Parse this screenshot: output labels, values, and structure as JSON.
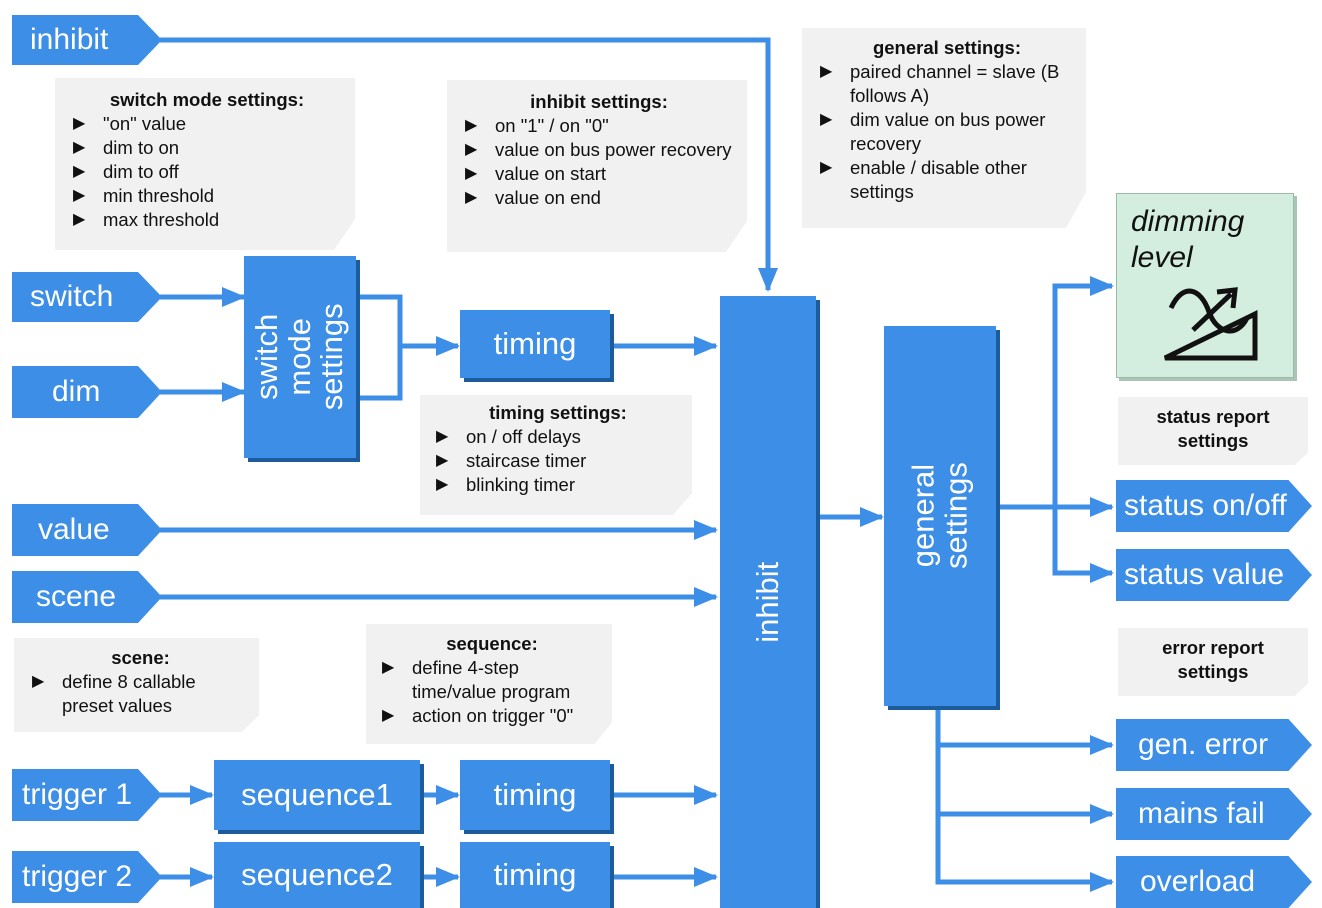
{
  "inputs": {
    "inhibit": "inhibit",
    "switch": "switch",
    "dim": "dim",
    "value": "value",
    "scene": "scene",
    "trigger1": "trigger 1",
    "trigger2": "trigger 2"
  },
  "blocks": {
    "switch_mode": "switch mode settings",
    "timing_top": "timing",
    "inhibit": "inhibit",
    "general": "general settings",
    "sequence1": "sequence1",
    "sequence2": "sequence2",
    "timing_1": "timing",
    "timing_2": "timing"
  },
  "outputs": {
    "dimming_level_line1": "dimming",
    "dimming_level_line2": "level",
    "status_onoff": "status on/off",
    "status_value": "status value",
    "gen_error": "gen. error",
    "mains_fail": "mains fail",
    "overload": "overload"
  },
  "notes": {
    "switch_mode": {
      "title": "switch mode settings:",
      "items": [
        "\"on\" value",
        "dim to on",
        "dim to off",
        "min threshold",
        "max threshold"
      ]
    },
    "inhibit": {
      "title": "inhibit settings:",
      "items": [
        "on \"1\" / on \"0\"",
        "value on bus power recovery",
        "value on start",
        "value on end"
      ]
    },
    "general": {
      "title": "general settings:",
      "items": [
        "paired channel = slave (B follows A)",
        "dim value on bus power recovery",
        "enable / disable other settings"
      ]
    },
    "timing": {
      "title": "timing settings:",
      "items": [
        "on / off delays",
        "staircase timer",
        "blinking timer"
      ]
    },
    "scene": {
      "title": "scene:",
      "items": [
        "define 8 callable preset values"
      ]
    },
    "sequence": {
      "title": "sequence:",
      "items": [
        "define 4-step time/value program",
        "action on trigger \"0\""
      ]
    },
    "status_report": "status report settings",
    "error_report": "error report settings"
  },
  "colors": {
    "block": "#3d8ee6",
    "block_shadow": "#1c5c9c",
    "note_bg": "#f1f1f1",
    "dimming_bg": "#d3eedf"
  }
}
